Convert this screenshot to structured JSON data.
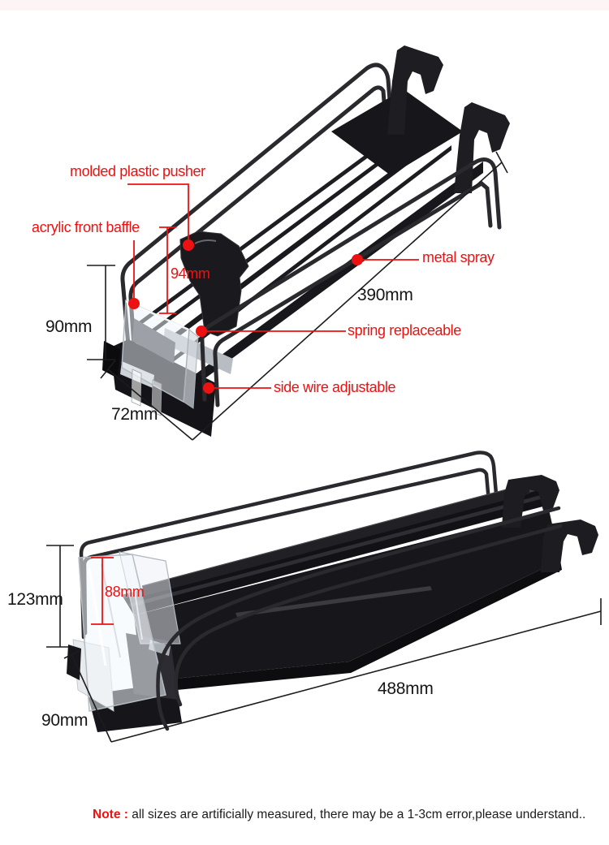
{
  "colors": {
    "accent_red": "#ee1111",
    "text_black": "#161616",
    "wire": "#2a2a2e",
    "plastic": "#17171b"
  },
  "top_view": {
    "labels": {
      "pusher": "molded plastic pusher",
      "baffle": "acrylic front baffle",
      "metal_spray": "metal spray",
      "spring": "spring replaceable",
      "side_wire": "side wire adjustable"
    },
    "dimensions": {
      "height": "90mm",
      "pusher_height": "94mm",
      "length": "390mm",
      "width": "72mm"
    }
  },
  "bottom_view": {
    "dimensions": {
      "height": "123mm",
      "pusher_height": "88mm",
      "length": "488mm",
      "width": "90mm"
    }
  },
  "note": {
    "label": "Note :",
    "text": "all sizes are artificially measured, there may be a 1-3cm error,please understand.."
  }
}
